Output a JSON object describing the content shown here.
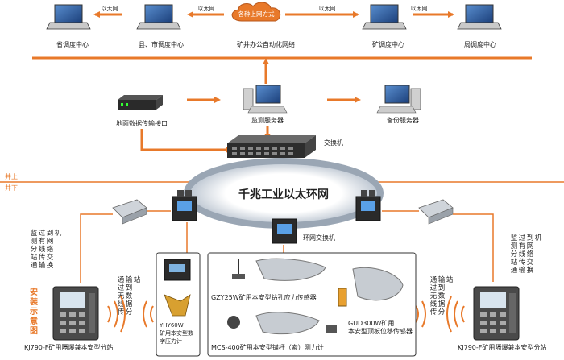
{
  "top": {
    "cloud": "各种上网方式",
    "ethernet_1": "以太网",
    "ethernet_2": "以太网",
    "ethernet_3": "以太网",
    "ethernet_4": "以太网",
    "provincial": "省调度中心",
    "county": "县、市调度中心",
    "mine_office": "矿井办公自动化网络",
    "mine_dispatch": "矿调度中心",
    "bureau": "局调度中心"
  },
  "mid": {
    "transmission": "地面数据传输接口",
    "monitor_server": "监测服务器",
    "backup_server": "备份服务器",
    "switch": "交换机"
  },
  "ring": {
    "label": "千兆工业以太环网",
    "ring_switch": "环网交换机",
    "above_ground": "井上",
    "below_ground": "井下"
  },
  "left_side": {
    "install": "安装示意图",
    "wired_note": "监测分站通过有线传输到网络交换机",
    "wireless_note": "通过无线传输到数据分站",
    "substation": "KJ790-F矿用隔爆兼本安型分站"
  },
  "right_side": {
    "wired_note": "监测分站通过有线传输到网络交换机",
    "wireless_note": "通过无线传输到数据分站",
    "substation": "KJ790-F矿用隔爆兼本安型分站"
  },
  "sensors": {
    "pressure_gauge": "YHY60W矿用本安型数字压力计",
    "drill_sensor": "GZY25W矿用本安型钻孔应力传感器",
    "roof_sensor": "GUD300W矿用本安型顶板位移传感器",
    "anchor_meter": "MCS-400矿用本安型锚杆（索）测力计"
  }
}
